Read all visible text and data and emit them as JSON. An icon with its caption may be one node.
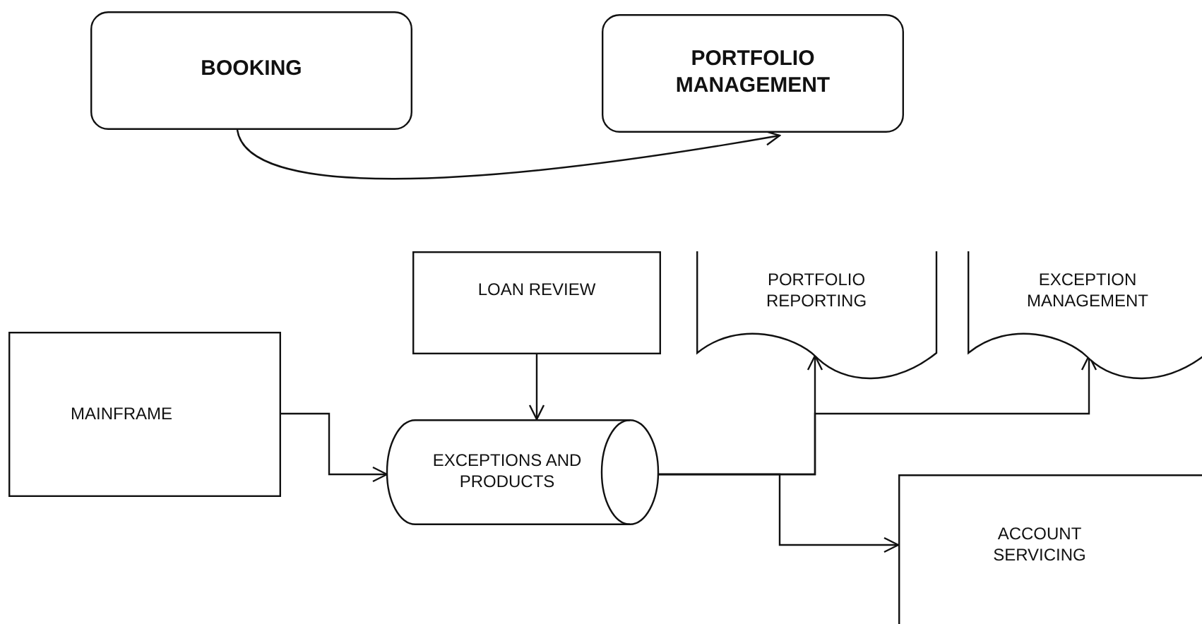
{
  "diagram": {
    "nodes": [
      {
        "text": [
          "BOOKING"
        ]
      },
      {
        "text": [
          "PORTFOLIO MANAGEMENT"
        ]
      },
      {
        "text": [
          "LOAN REVIEW"
        ]
      },
      {
        "text": [
          "PORTFOLIO REPORTING"
        ]
      },
      {
        "text": [
          "EXCEPTION MANAGEMENT"
        ]
      },
      {
        "text": [
          "MAINFRAME"
        ]
      },
      {
        "text": [
          "EXCEPTIONS AND PRODUCTS"
        ]
      },
      {
        "text": [
          "ACCOUNT SERVICING"
        ]
      }
    ],
    "edges": [
      {
        "from": 0,
        "to": 1,
        "arrow": "to"
      },
      {
        "from": 2,
        "to": 6,
        "arrow": "to"
      },
      {
        "from": 5,
        "to": 6,
        "arrow": "to"
      },
      {
        "from": 6,
        "to": 3,
        "arrow": "to"
      },
      {
        "from": 6,
        "to": 4,
        "arrow": "to"
      },
      {
        "from": 6,
        "to": 7,
        "arrow": "to"
      }
    ]
  }
}
